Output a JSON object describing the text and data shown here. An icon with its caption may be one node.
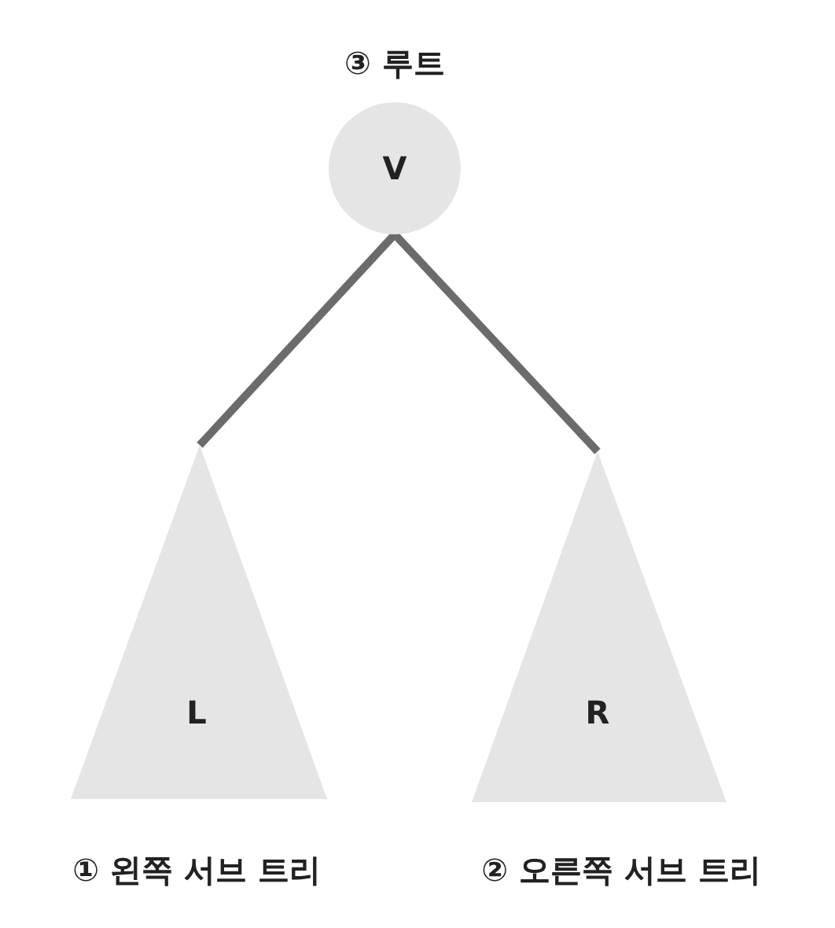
{
  "diagram": {
    "nodes": [
      {
        "text": [
          "V"
        ],
        "beside": [
          "③ 루트"
        ]
      },
      {
        "text": [
          "L"
        ],
        "beside": [
          "① 왼쪽 서브 트리"
        ]
      },
      {
        "text": [
          "R"
        ],
        "beside": [
          "② 오른쪽 서브 트리"
        ]
      }
    ],
    "edges": [
      {
        "from": 0,
        "to": 1,
        "arrow": "none"
      },
      {
        "from": 0,
        "to": 2,
        "arrow": "none"
      }
    ]
  }
}
